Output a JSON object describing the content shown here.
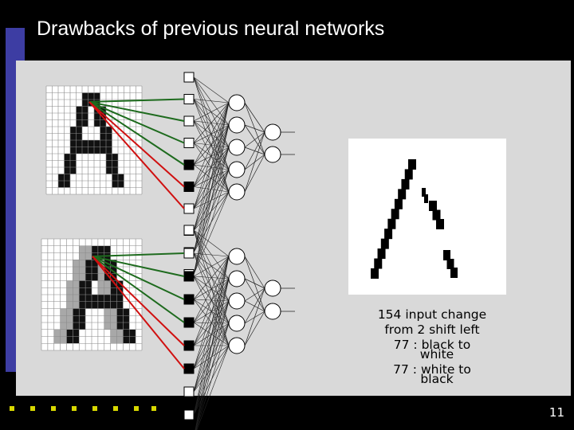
{
  "slide": {
    "title": "Drawbacks of previous neural networks",
    "page_number": "11",
    "caption": {
      "line1": "154 input change",
      "line2": "from 2 shift left",
      "line3a": "77 : black to",
      "line3b": "white",
      "line4a": "77 : white to",
      "line4b": "black"
    },
    "colors": {
      "background": "#000000",
      "panel": "#d9d9d9",
      "accent_bar": "#3d3da3",
      "bullet": "#d8d800",
      "green_line": "#1e6b1e",
      "red_line": "#d01010"
    },
    "figure": {
      "input_nodes_per_network": 10,
      "hidden_nodes": 5,
      "output_nodes": 2,
      "top_network_black_inputs": [
        4,
        5
      ],
      "bottom_network_black_inputs": [
        2,
        3,
        4,
        5,
        6
      ]
    }
  }
}
